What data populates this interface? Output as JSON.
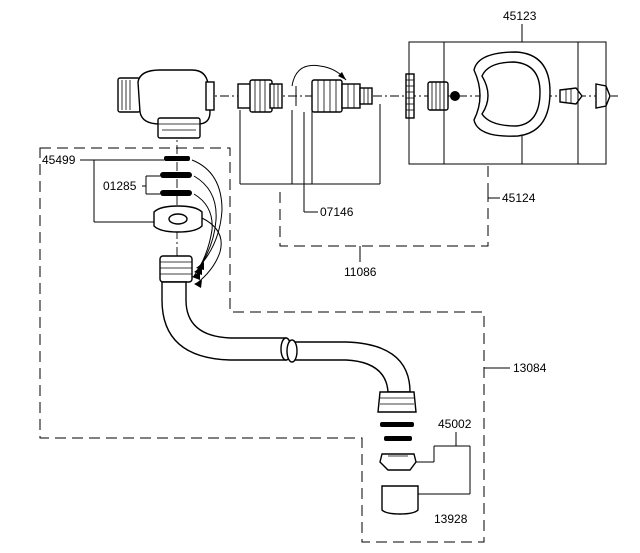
{
  "part_numbers": {
    "p45123": "45123",
    "p45499": "45499",
    "p01285": "01285",
    "p07146": "07146",
    "p45124": "45124",
    "p11086": "11086",
    "p13084": "13084",
    "p45002": "45002",
    "p13928": "13928"
  }
}
